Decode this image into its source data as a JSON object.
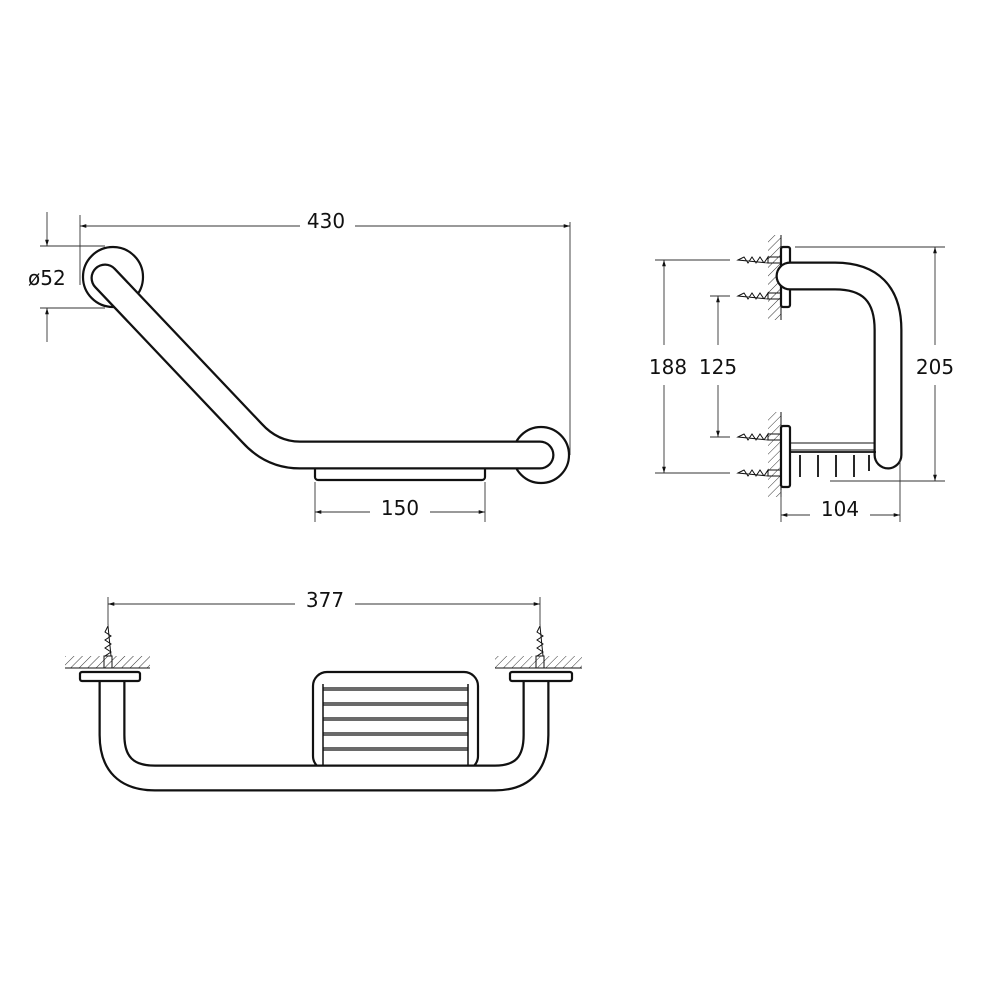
{
  "drawing": {
    "top_view": {
      "overall_width": "430",
      "rosette_diameter": "ø52",
      "shelf_width": "150"
    },
    "side_view": {
      "height_outer_screws": "188",
      "height_inner_screws": "125",
      "overall_height": "205",
      "depth": "104"
    },
    "front_view": {
      "mount_spacing": "377"
    },
    "colors": {
      "line": "#111111",
      "background": "#ffffff"
    }
  }
}
